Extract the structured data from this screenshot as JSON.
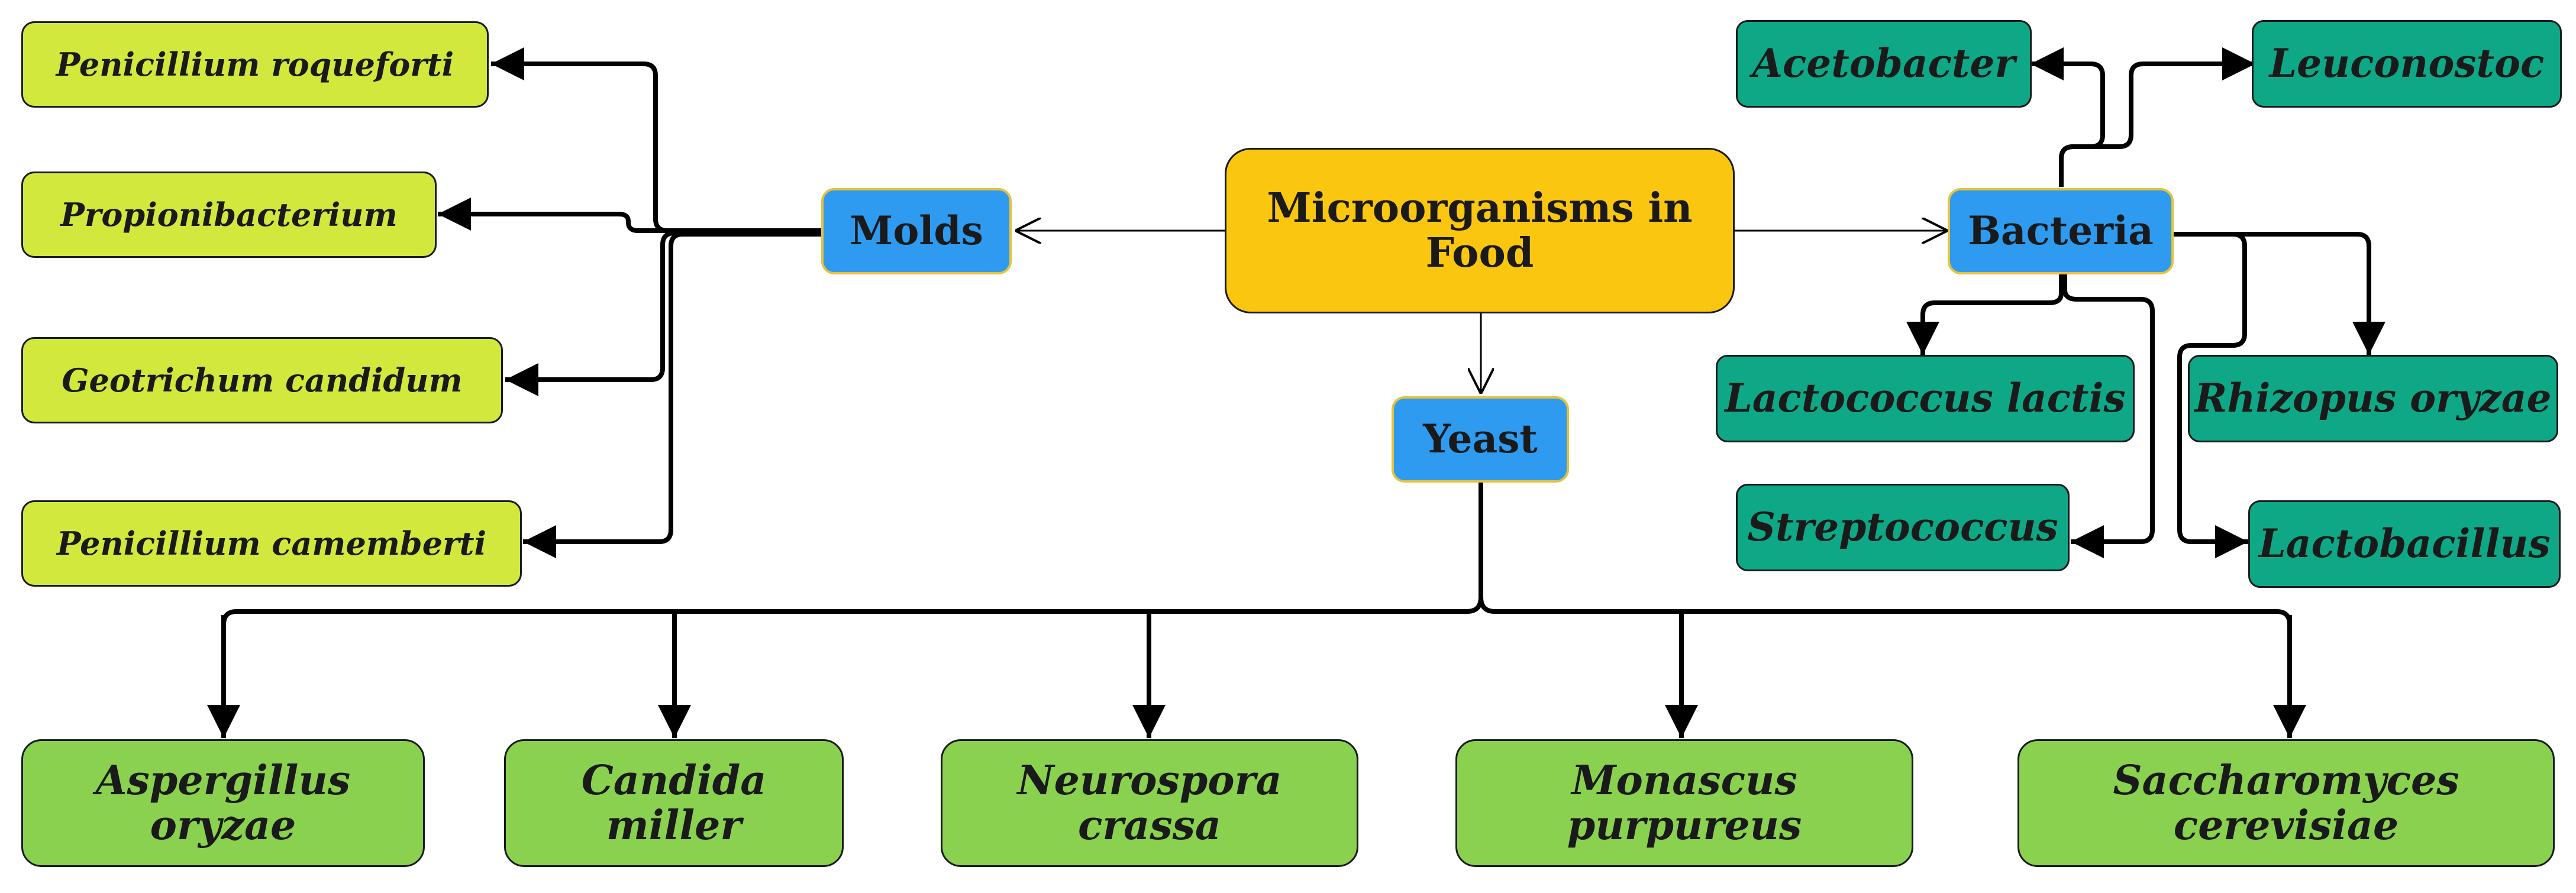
{
  "root": {
    "label_lines": [
      "Microorganisms in",
      "Food"
    ]
  },
  "categories": {
    "molds": {
      "label": "Molds"
    },
    "bacteria": {
      "label": "Bacteria"
    },
    "yeast": {
      "label": "Yeast"
    }
  },
  "molds_items": [
    "Penicillium roqueforti",
    "Propionibacterium",
    "Geotrichum candidum",
    "Penicillium camemberti"
  ],
  "bacteria_items": {
    "acetobacter": "Acetobacter",
    "leuconostoc": "Leuconostoc",
    "lactococcus": "Lactococcus lactis",
    "rhizopus": "Rhizopus oryzae",
    "streptococcus": "Streptococcus",
    "lactobacillus": "Lactobacillus"
  },
  "yeast_items": [
    [
      "Aspergillus",
      "oryzae"
    ],
    [
      "Candida",
      "miller"
    ],
    [
      "Neurospora",
      "crassa"
    ],
    [
      "Monascus",
      "purpureus"
    ],
    [
      "Saccharomyces",
      "cerevisiae"
    ]
  ],
  "colors": {
    "root": "#fbc60f",
    "category": "#2e9bf0",
    "molds": "#d2e83d",
    "bacteria": "#0fa886",
    "yeast": "#8ad14f",
    "line": "#000000"
  }
}
